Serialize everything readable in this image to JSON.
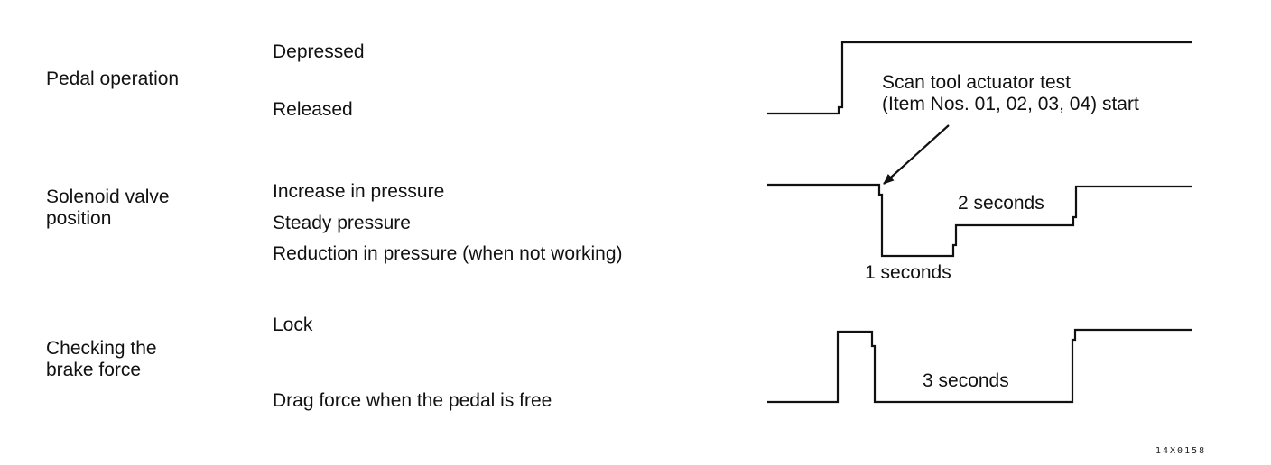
{
  "rows": [
    {
      "label": "Pedal operation",
      "states": [
        "Depressed",
        "Released"
      ]
    },
    {
      "label": "Solenoid valve\nposition",
      "states": [
        "Increase in pressure",
        "Steady pressure",
        "Reduction in pressure (when not working)"
      ]
    },
    {
      "label": "Checking the\nbrake force",
      "states": [
        "Lock",
        "Drag force when the pedal is free"
      ]
    }
  ],
  "annotations": {
    "actuator_test": "Scan tool actuator test\n(Item Nos. 01, 02, 03, 04) start",
    "one_second": "1 seconds",
    "two_seconds": "2 seconds",
    "three_seconds": "3 seconds"
  },
  "figure_code": "14X0158",
  "colors": {
    "line": "#111111",
    "background": "#ffffff"
  }
}
